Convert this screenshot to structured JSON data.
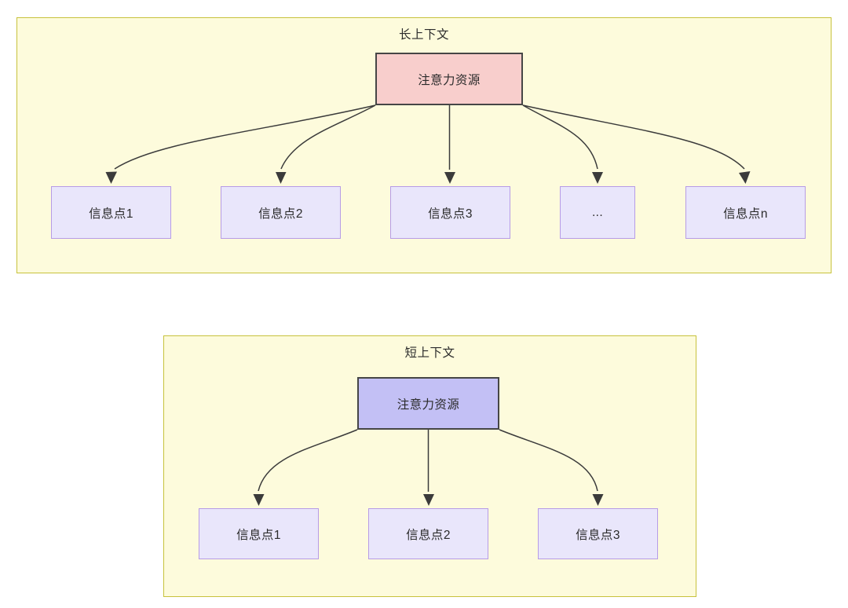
{
  "diagram": {
    "title_semantic": "attention-resource-allocation-long-vs-short-context",
    "colors": {
      "group_fill": "#fdfbdc",
      "group_border": "#c7c23c",
      "root_long_fill": "#f8cecc",
      "root_short_fill": "#c3c0f5",
      "root_border": "#464646",
      "leaf_fill": "#e9e6fb",
      "leaf_border": "#b79ce6",
      "edge_stroke": "#3b3b3b",
      "text": "#2b2b2b",
      "page_background": "#ffffff"
    },
    "groups": [
      {
        "id": "long-context",
        "title": "长上下文",
        "root": {
          "label": "注意力资源"
        },
        "leaves": [
          {
            "label": "信息点1"
          },
          {
            "label": "信息点2"
          },
          {
            "label": "信息点3"
          },
          {
            "label": "..."
          },
          {
            "label": "信息点n"
          }
        ]
      },
      {
        "id": "short-context",
        "title": "短上下文",
        "root": {
          "label": "注意力资源"
        },
        "leaves": [
          {
            "label": "信息点1"
          },
          {
            "label": "信息点2"
          },
          {
            "label": "信息点3"
          }
        ]
      }
    ]
  }
}
